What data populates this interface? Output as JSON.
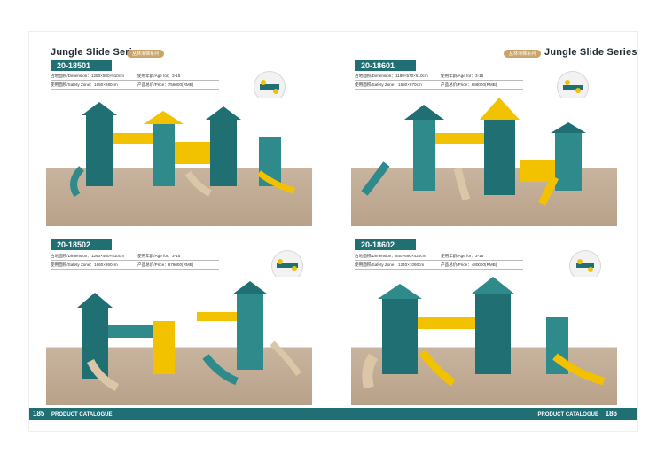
{
  "left_page": {
    "series_title": "Jungle Slide Series",
    "series_tag": "丛林滑梯系列",
    "page_number": "185",
    "footer_label": "PRODUCT CATALOGUE",
    "products": [
      {
        "code": "20-18501",
        "dimension": "占地面积/Dimension：1250×580×510cm",
        "safety_zone": "使用面积/Safety Zone：1650×980cm",
        "age": "使用年龄/Age for：3-15",
        "price": "产品总价/Price：756000(RMB)"
      },
      {
        "code": "20-18502",
        "dimension": "占地面积/Dimension：1260×460×510cm",
        "safety_zone": "使用面积/Safety Zone：1660×860cm",
        "age": "使用年龄/Age for：3-15",
        "price": "产品总价/Price：676000(RMB)"
      }
    ]
  },
  "right_page": {
    "series_title": "Jungle Slide Series",
    "series_tag": "丛林滑梯系列",
    "page_number": "186",
    "footer_label": "PRODUCT CATALOGUE",
    "products": [
      {
        "code": "20-18601",
        "dimension": "占地面积/Dimension：1180×570×510cm",
        "safety_zone": "使用面积/Safety Zone：1580×970cm",
        "age": "使用年龄/Age for：3-15",
        "price": "产品总价/Price：686000(RMB)"
      },
      {
        "code": "20-18602",
        "dimension": "占地面积/Dimension：840×690×420cm",
        "safety_zone": "使用面积/Safety Zone：1240×1090cm",
        "age": "使用年龄/Age for：3-15",
        "price": "产品总价/Price：480000(RMB)"
      }
    ]
  },
  "colors": {
    "teal": "#1f6f73",
    "yellow": "#f2c200",
    "beige": "#d9c7a8",
    "floor": "#bca68d"
  }
}
